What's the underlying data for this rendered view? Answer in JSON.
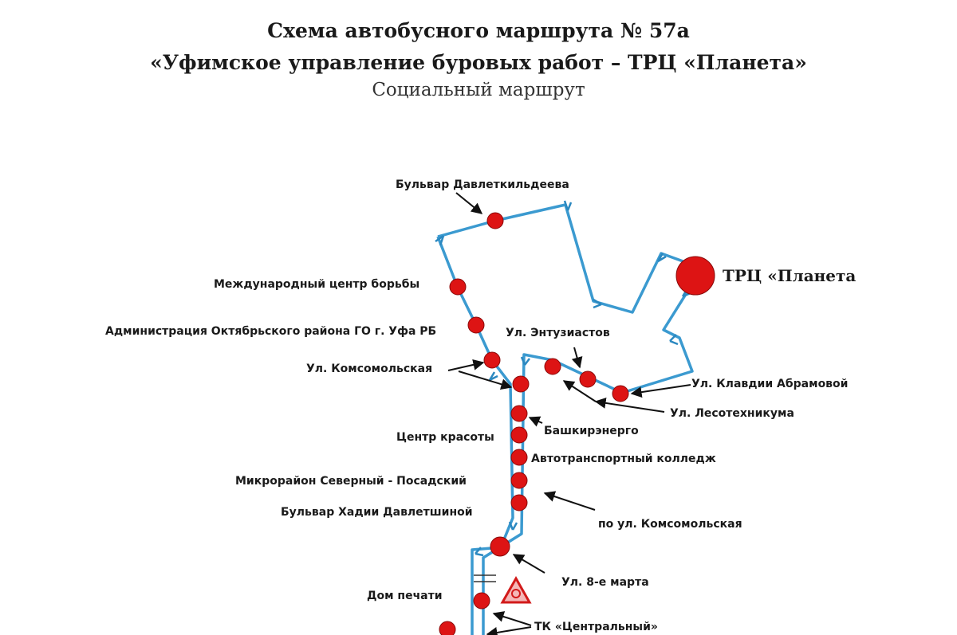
{
  "header": {
    "title_line1": "Схема автобусного маршрута № 57а",
    "title_line2": "«Уфимское управление буровых работ – ТРЦ «Планета»",
    "subtitle": "Социальный маршрут"
  },
  "colors": {
    "route": "#3b9ad0",
    "stop": "#dd1414",
    "stop_outline": "#8a0a0a",
    "arrow": "#111111"
  },
  "icons": {
    "warning_sign": "warning-triangle-icon"
  },
  "labels": {
    "bulvar_davletkildeeva": "Бульвар Давлеткильдеева",
    "planeta": "ТРЦ «Планета",
    "mezhdunarodny_centr": "Международный центр борьбы",
    "administraciya": "Администрация Октябрьского района ГО г. Уфа РБ",
    "entuziastov": "Ул. Энтузиастов",
    "komsomolskaya": "Ул. Комсомольская",
    "klavdii_abramovoy": "Ул. Клавдии Абрамовой",
    "lesotehnikuma": "Ул. Лесотехникума",
    "bashkirenergo": "Башкирэнерго",
    "centr_krasoty": "Центр красоты",
    "avtotransportny": "Автотранспортный колледж",
    "mikrorayon": "Микрорайон Северный - Посадский",
    "bulvar_davletshinoy": "Бульвар Хадии Давлетшиной",
    "po_komsomolskaya": "по ул. Комсомольская",
    "vosmoe_marta": "Ул. 8-е марта",
    "dom_pechati": "Дом печати",
    "tk_centralny": "ТК «Центральный»"
  }
}
